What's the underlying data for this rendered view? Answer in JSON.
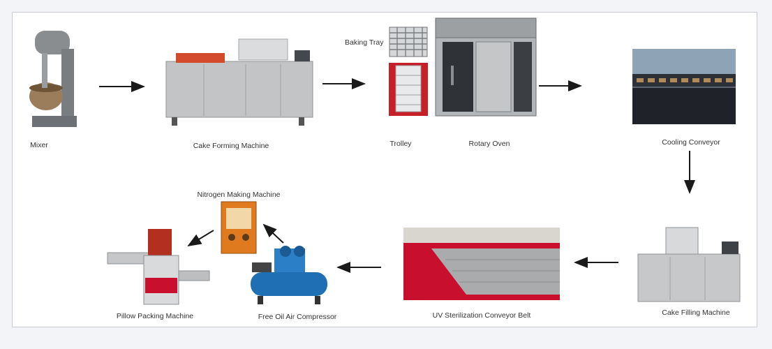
{
  "nodes": {
    "mixer": "Mixer",
    "cake_forming": "Cake Forming Machine",
    "baking_tray": "Baking Tray",
    "trolley": "Trolley",
    "rotary_oven": "Rotary Oven",
    "cooling_conveyor": "Cooling Conveyor",
    "cake_filling": "Cake Filling Machine",
    "uv_sterilization": "UV Sterilization Conveyor Belt",
    "air_compressor": "Free Oil Air Compressor",
    "nitrogen": "Nitrogen Making Machine",
    "pillow_packing": "Pillow Packing Machine"
  },
  "edges": [
    {
      "from": "mixer",
      "to": "cake_forming"
    },
    {
      "from": "cake_forming",
      "to": "trolley"
    },
    {
      "from": "rotary_oven",
      "to": "cooling_conveyor"
    },
    {
      "from": "cooling_conveyor",
      "to": "cake_filling"
    },
    {
      "from": "cake_filling",
      "to": "uv_sterilization"
    },
    {
      "from": "uv_sterilization",
      "to": "air_compressor"
    },
    {
      "from": "air_compressor",
      "to": "nitrogen"
    },
    {
      "from": "nitrogen",
      "to": "pillow_packing"
    }
  ],
  "colors": {
    "arrow": "#1a1a1a",
    "steel": "#b9bcc0",
    "conveyor_red": "#c8102e",
    "oven_dark": "#3a3d42",
    "compressor_blue": "#1f6fb5",
    "nitrogen_orange": "#e07a1f"
  }
}
